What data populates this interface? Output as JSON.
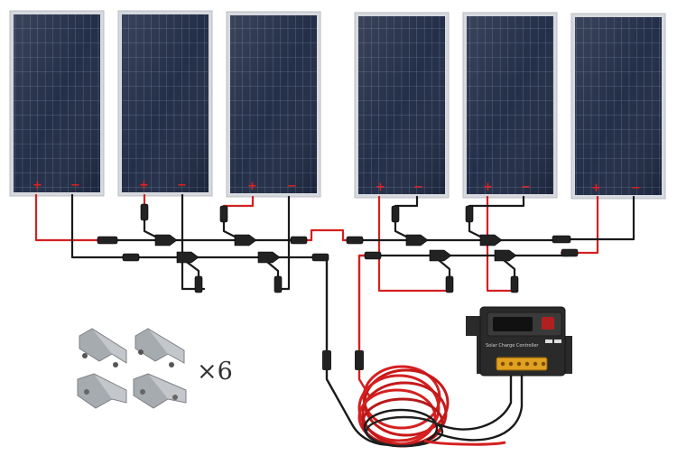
{
  "product": {
    "panel_count": 6,
    "bracket_sets_visible": 4,
    "bracket_quantity_label": "×6"
  },
  "controller": {
    "label": "Solar Charge Controller",
    "body_color": "#2a2a2a",
    "display_color": "#3a3a3a",
    "terminal_color": "#e0a020"
  },
  "cables": {
    "positive_color": "#d42020",
    "negative_color": "#1a1a1a"
  },
  "colors": {
    "panel_frame": "#d6d9de",
    "panel_cells": "#1f2a44",
    "panel_grid": "#5d6c8c",
    "bracket": "#9ea3a8"
  }
}
